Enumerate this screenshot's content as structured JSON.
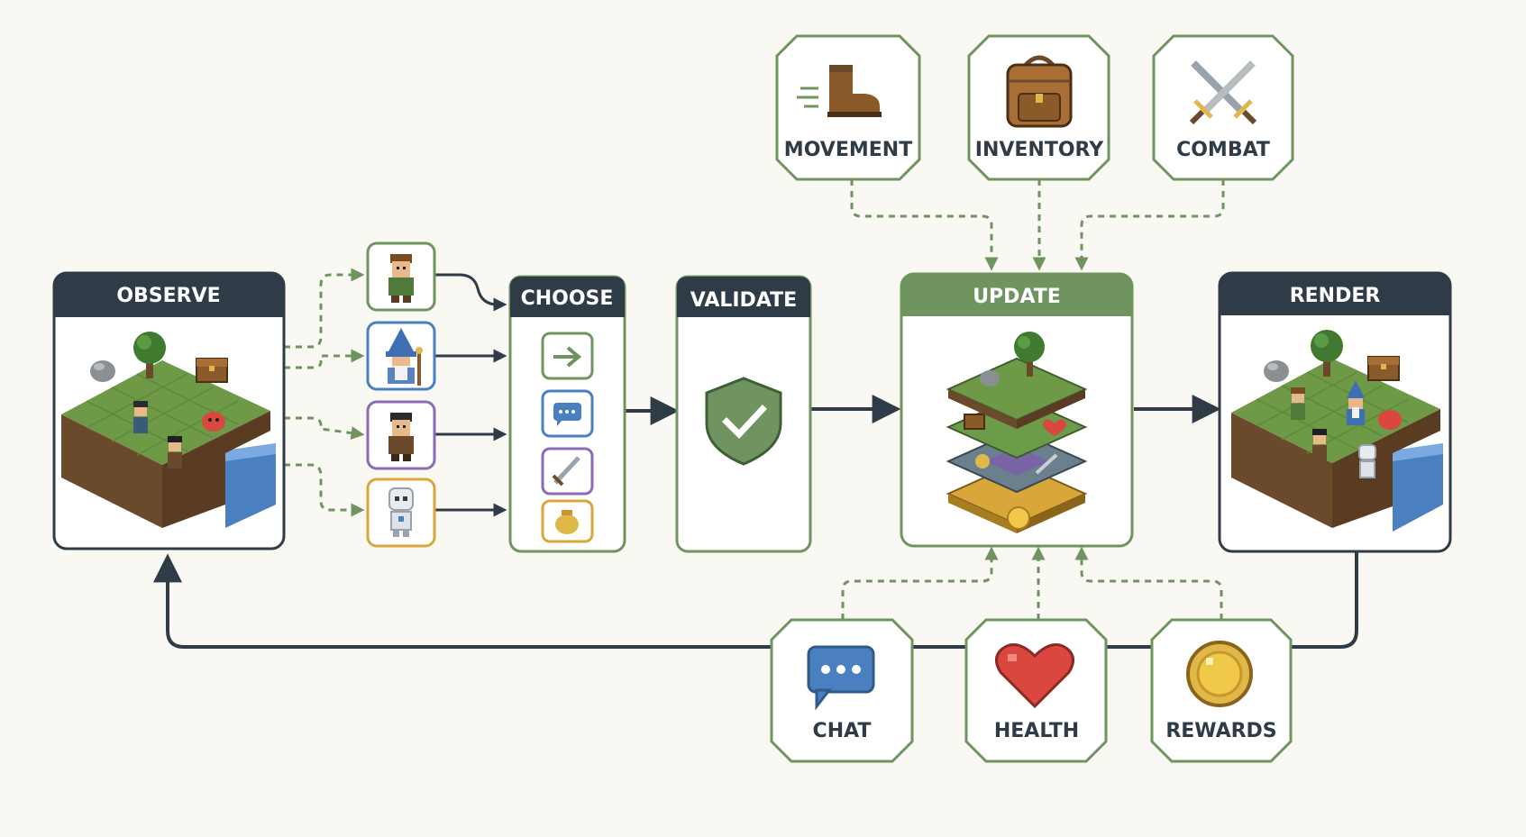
{
  "stages": {
    "observe": {
      "label": "OBSERVE"
    },
    "choose": {
      "label": "CHOOSE"
    },
    "validate": {
      "label": "VALIDATE"
    },
    "update": {
      "label": "UPDATE"
    },
    "render": {
      "label": "RENDER"
    }
  },
  "top_modules": {
    "movement": {
      "label": "MOVEMENT",
      "icon": "boot-icon"
    },
    "inventory": {
      "label": "INVENTORY",
      "icon": "backpack-icon"
    },
    "combat": {
      "label": "COMBAT",
      "icon": "crossed-swords-icon"
    }
  },
  "bottom_modules": {
    "chat": {
      "label": "CHAT",
      "icon": "chat-bubble-icon"
    },
    "health": {
      "label": "HEALTH",
      "icon": "heart-icon"
    },
    "rewards": {
      "label": "REWARDS",
      "icon": "gold-coin-icon"
    }
  },
  "agents": [
    "ranger-agent",
    "wizard-agent",
    "rogue-agent",
    "robot-agent"
  ],
  "actions": [
    "move-action-icon",
    "chat-action-icon",
    "attack-action-icon",
    "loot-action-icon"
  ],
  "colors": {
    "background": "#faf8f3",
    "dark_header": "#2f3b46",
    "green_border": "#6f9460",
    "green_header": "#6f9460",
    "arrow": "#2f3b46",
    "dashed": "#6f9460",
    "grass": "#6e9a48",
    "dirt": "#6b4a2b",
    "water": "#4a7fc0"
  }
}
